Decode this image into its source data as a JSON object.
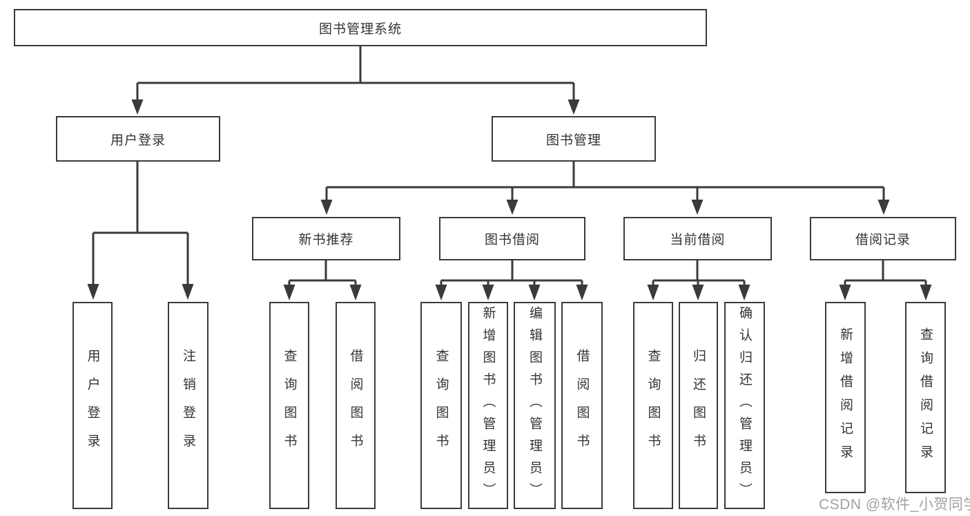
{
  "colors": {
    "line": "#3a3a3a",
    "box_border": "#3a3a3a",
    "box_fill": "#ffffff",
    "text": "#333333",
    "watermark": "#969696"
  },
  "watermark": {
    "text": "CSDN @软件_小贺同学"
  },
  "tree": {
    "label": "图书管理系统",
    "children": [
      {
        "label": "用户登录",
        "children": [
          {
            "label": "用户登录"
          },
          {
            "label": "注销登录"
          }
        ]
      },
      {
        "label": "图书管理",
        "children": [
          {
            "label": "新书推荐",
            "children": [
              {
                "label": "查询图书"
              },
              {
                "label": "借阅图书"
              }
            ]
          },
          {
            "label": "图书借阅",
            "children": [
              {
                "label": "查询图书"
              },
              {
                "label": "新增图书（管理员）"
              },
              {
                "label": "编辑图书（管理员）"
              },
              {
                "label": "借阅图书"
              }
            ]
          },
          {
            "label": "当前借阅",
            "children": [
              {
                "label": "查询图书"
              },
              {
                "label": "归还图书"
              },
              {
                "label": "确认归还（管理员）"
              }
            ]
          },
          {
            "label": "借阅记录",
            "children": [
              {
                "label": "新增借阅记录"
              },
              {
                "label": "查询借阅记录"
              }
            ]
          }
        ]
      }
    ]
  }
}
